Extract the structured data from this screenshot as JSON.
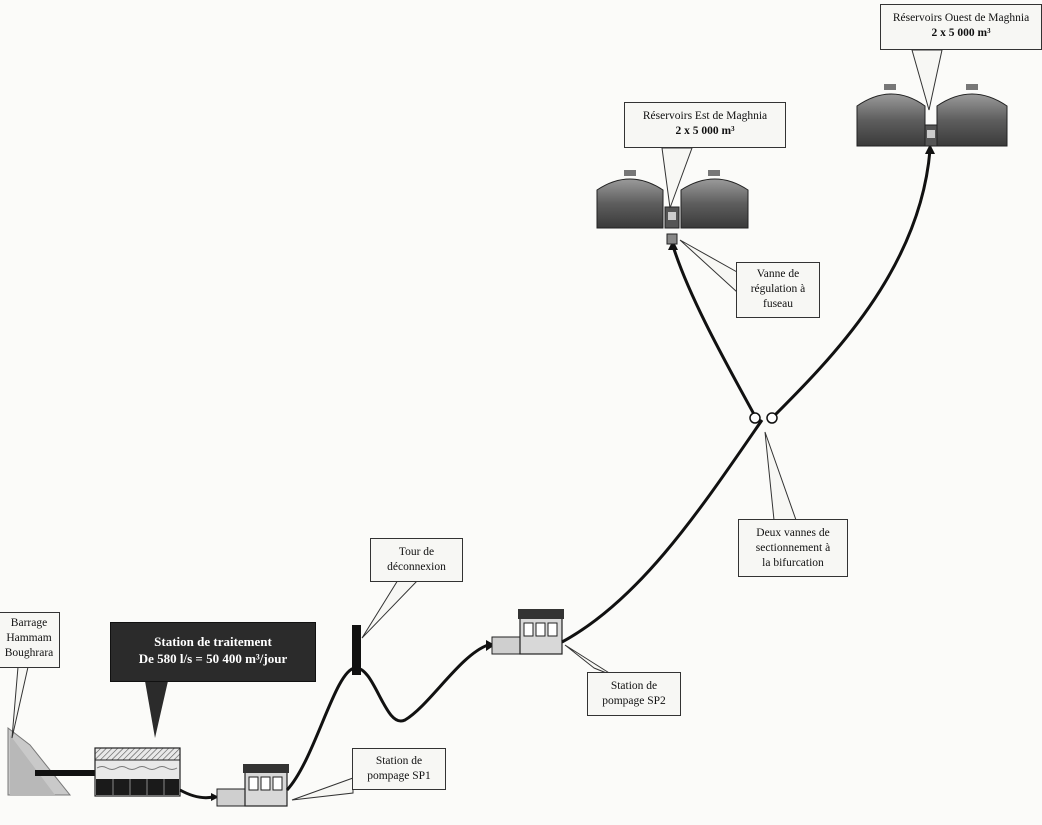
{
  "labels": {
    "barrage": [
      "Barrage",
      "Hammam",
      "Boughrara"
    ],
    "station_traitement": [
      "Station de traitement",
      "De 580 l/s = 50 400 m³/jour"
    ],
    "sp1": [
      "Station de",
      "pompage SP1"
    ],
    "tour": [
      "Tour de",
      "déconnexion"
    ],
    "sp2": [
      "Station de",
      "pompage SP2"
    ],
    "vannes_bifurcation": [
      "Deux vannes de",
      "sectionnement à",
      "la bifurcation"
    ],
    "vanne_regulation": [
      "Vanne de",
      "régulation à",
      "fuseau"
    ],
    "reservoirs_est": [
      "Réservoirs Est de Maghnia",
      "2 x 5 000 m³"
    ],
    "reservoirs_ouest": [
      "Réservoirs Ouest de Maghnia",
      "2 x 5 000 m³"
    ]
  },
  "colors": {
    "pipe": "#111111",
    "callout_bg": "#f7f7f4",
    "dark_callout_bg": "#2b2b2b",
    "tank": "#6f6f6f"
  }
}
